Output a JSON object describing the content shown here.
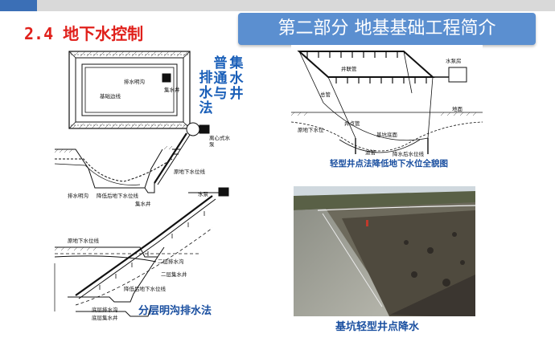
{
  "header": {
    "banner_title": "第二部分 地基基础工程简介",
    "section_title": "2.4  地下水控制"
  },
  "left_figure": {
    "vertical_title": [
      "普",
      "通",
      "与",
      "集",
      "水",
      "井",
      "排",
      "水",
      "法"
    ],
    "labels": {
      "drain_ditch": "排水明沟",
      "sump": "集水井",
      "pit_edge": "基础边线",
      "pump": "离心式水泵",
      "orig_water_level": "原地下水位线",
      "drain_ditch2": "排水明沟",
      "lowered_level": "降低后地下水位线",
      "sump2": "集水井",
      "water_pump": "水泵",
      "orig_water_level2": "原地下水位线",
      "second_ditch": "二层排水沟",
      "second_sump": "二层集水井",
      "lowered_level2": "降低后地下水位线",
      "bottom_ditch": "底层排水沟",
      "bottom_sump": "底层集水井"
    },
    "caption": "分层明沟排水法"
  },
  "right_figure": {
    "labels": {
      "header_pipe": "井联管",
      "pump_room": "水泵房",
      "main_pipe": "总管",
      "ground": "地面",
      "well_point": "井点管",
      "orig_level": "原地下水位",
      "pit_bottom": "基坑底面",
      "filter_pipe": "滤管",
      "lowered_level": "降水后水位线"
    },
    "caption": "轻型井点法降低地下水位全貌图"
  },
  "photo": {
    "caption": "基坑轻型井点降水"
  }
}
